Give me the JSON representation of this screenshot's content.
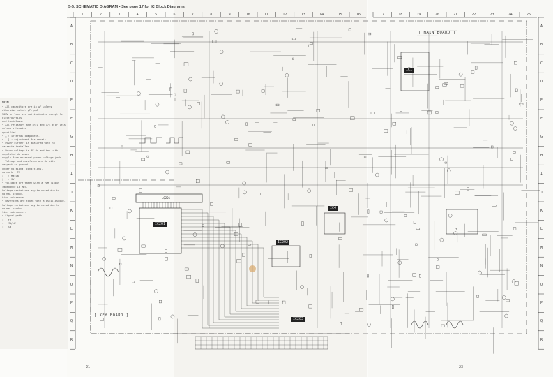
{
  "header": {
    "title": "5-5. SCHEMATIC DIAGRAM  •  See page 17 for IC Block Diagrams."
  },
  "column_labels": [
    "1",
    "2",
    "3",
    "4",
    "5",
    "6",
    "7",
    "8",
    "9",
    "10",
    "11",
    "12",
    "13",
    "14",
    "15",
    "16",
    "17",
    "18",
    "19",
    "20",
    "21",
    "22",
    "23",
    "24",
    "25"
  ],
  "row_labels": [
    "A",
    "B",
    "C",
    "D",
    "E",
    "F",
    "G",
    "H",
    "I",
    "J",
    "K",
    "L",
    "M",
    "N",
    "O",
    "P",
    "Q",
    "R"
  ],
  "boards": {
    "main": "[ MAIN BOARD ]",
    "key": "[ KEY BOARD ]"
  },
  "components": {
    "lcd": "LQ201",
    "ic201": "IC201",
    "ic202": "IC202",
    "ic203": "IC203",
    "ic1": "IC1",
    "ic4": "IC4"
  },
  "notes": {
    "title": "Note:",
    "lines": [
      "• All capacitors are in µF unless otherwise noted. pF: µµF",
      "  50WV or less are not indicated except for electrolytics",
      "  and tantalums.",
      "• All resistors are in Ω and 1/4 W or less unless otherwise",
      "  specified.",
      "• △ : internal component.",
      "• [  ] : adjustment for repair.",
      "• Power current is measured with no cassette installed.",
      "• Power voltage is 3V dc and fed with regulated dc power",
      "  supply from external power voltage jack.",
      "• Voltage and waveforms are dc with respect to ground",
      "  under no-signal conditions.",
      "  no mark : FM",
      "  ( ) : MW/LW",
      "  [ ] : SW",
      "• Voltages are taken with a VOM (Input impedance 10 MΩ).",
      "  Voltage variations may be noted due to normal produc-",
      "  tion tolerances.",
      "• Waveforms are taken with a oscilloscope.",
      "  Voltage variations may be noted due to normal produc-",
      "  tion tolerances.",
      "• Signal path.",
      "  ⇨ : FM",
      "  ⇨ : MW/LW",
      "  ⇨ : SW"
    ]
  },
  "pages": {
    "left": "—21—",
    "right": "—23—"
  },
  "colors": {
    "ink": "#333333",
    "paper": "#fafaf7",
    "label_box": "#222222"
  }
}
